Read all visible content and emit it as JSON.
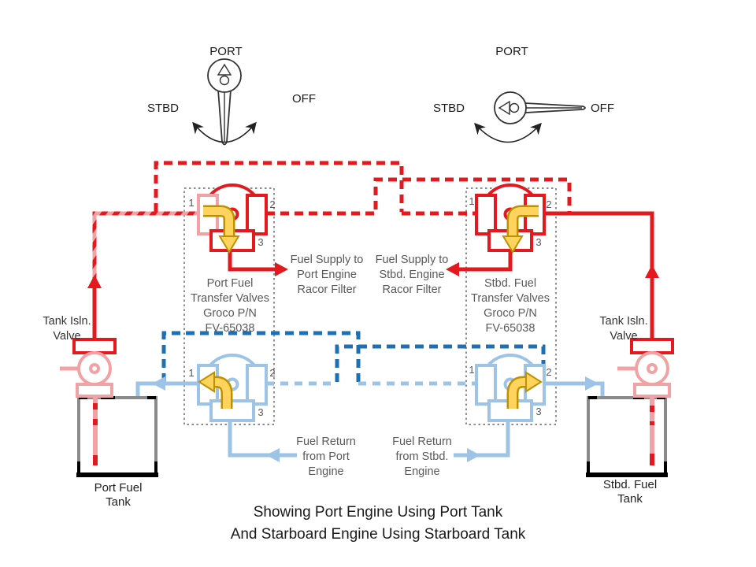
{
  "selector_left": {
    "port": "PORT",
    "stbd": "STBD",
    "off": "OFF"
  },
  "selector_right": {
    "port": "PORT",
    "stbd": "STBD",
    "off": "OFF"
  },
  "ports": {
    "p1": "1",
    "p2": "2",
    "p3": "3"
  },
  "valve_labels": {
    "port": [
      "Port Fuel",
      "Transfer Valves",
      "Groco P/N",
      "FV-65038"
    ],
    "stbd": [
      "Stbd. Fuel",
      "Transfer Valves",
      "Groco P/N",
      "FV-65038"
    ]
  },
  "notes": {
    "supply_port": [
      "Fuel Supply to",
      "Port Engine",
      "Racor Filter"
    ],
    "supply_stbd": [
      "Fuel Supply to",
      "Stbd. Engine",
      "Racor Filter"
    ],
    "return_port": [
      "Fuel Return",
      "from Port",
      "Engine"
    ],
    "return_stbd": [
      "Fuel Return",
      "from Stbd.",
      "Engine"
    ]
  },
  "isolation": [
    "Tank Isln.",
    "Valve"
  ],
  "tanks": {
    "port": [
      "Port Fuel",
      "Tank"
    ],
    "stbd": [
      "Stbd. Fuel",
      "Tank"
    ]
  },
  "caption": [
    "Showing Port Engine Using Port Tank",
    "And Starboard Engine Using Starboard Tank"
  ],
  "colors": {
    "supply": "#E3191E",
    "supply_light": "#F2A2A4",
    "return": "#9DC3E6",
    "return_dark": "#1F6FB5",
    "flow_arrow": "#FFD45E",
    "flow_arrow_edge": "#BF9000",
    "tank_outline": "#8A8A8A",
    "note_text": "#595959",
    "dark_text": "#1F1F1F"
  }
}
